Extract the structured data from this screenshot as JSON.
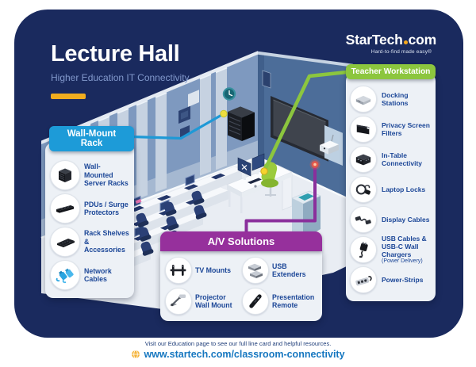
{
  "header": {
    "title": "Lecture Hall",
    "subtitle": "Higher Education IT Connectivity"
  },
  "brand": {
    "name_left": "StarTech",
    "name_right": "com",
    "tagline": "Hard-to-find made easy®"
  },
  "panels": {
    "wall_mount_rack": {
      "title": "Wall-Mount Rack",
      "accent_color": "#1d9bd8",
      "items": [
        {
          "label": "Wall-Mounted Server Racks",
          "icon": "server-rack-icon"
        },
        {
          "label": "PDUs / Surge Protectors",
          "icon": "pdu-icon"
        },
        {
          "label": "Rack Shelves & Accessories",
          "icon": "rack-shelf-icon"
        },
        {
          "label": "Network Cables",
          "icon": "network-cables-icon"
        }
      ]
    },
    "av_solutions": {
      "title": "A/V Solutions",
      "accent_color": "#96309c",
      "items": [
        {
          "label": "TV Mounts",
          "icon": "tv-mount-icon"
        },
        {
          "label": "USB Extenders",
          "icon": "usb-extender-icon"
        },
        {
          "label": "Projector Wall Mount",
          "icon": "projector-mount-icon"
        },
        {
          "label": "Presentation Remote",
          "icon": "presentation-remote-icon"
        }
      ]
    },
    "teacher_workstation": {
      "title": "Teacher Workstation",
      "accent_color": "#8cc63e",
      "items": [
        {
          "label": "Docking Stations",
          "icon": "docking-station-icon"
        },
        {
          "label": "Privacy Screen Filters",
          "icon": "privacy-screen-icon"
        },
        {
          "label": "In-Table Connectivity",
          "icon": "in-table-connectivity-icon"
        },
        {
          "label": "Laptop Locks",
          "icon": "laptop-lock-icon"
        },
        {
          "label": "Display Cables",
          "icon": "display-cable-icon"
        },
        {
          "label": "USB Cables & USB-C Wall Chargers",
          "sublabel": "(Power Delivery)",
          "icon": "usb-charger-icon"
        },
        {
          "label": "Power-Strips",
          "icon": "power-strip-icon"
        }
      ]
    }
  },
  "footer": {
    "note": "Visit our Education page to see our full line card and helpful resources.",
    "link": "www.startech.com/classroom-connectivity"
  },
  "colors": {
    "card_navy": "#1a2a5e",
    "accent_yellow": "#f0ad1f",
    "blue": "#1d9bd8",
    "purple": "#96309c",
    "green": "#8cc63e",
    "link_blue": "#1677c0",
    "item_text_navy": "#1b4697"
  }
}
